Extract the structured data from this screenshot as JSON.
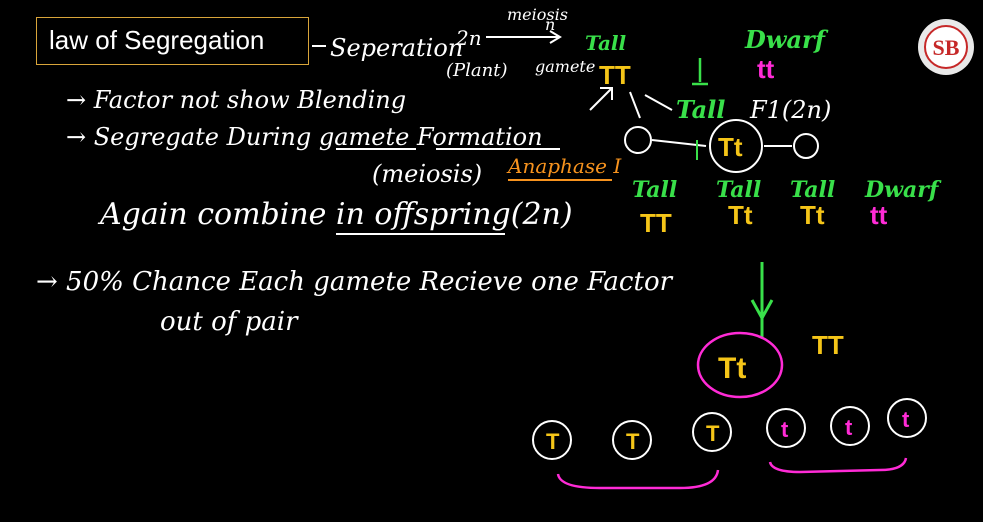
{
  "title": "law of Segregation",
  "definition": "Seperation",
  "ploidy_2n": "2n",
  "plant_label": "(Plant)",
  "meiosis_label": "meiosis",
  "ploidy_n": "n",
  "gamete_label": "gamete",
  "parent_tall": {
    "label": "Tall",
    "alleles": "TT"
  },
  "parent_dwarf": {
    "label": "Dwarf",
    "alleles": "tt"
  },
  "f1": {
    "label": "Tall",
    "generation": "F1(2n)",
    "alleles": "Tt"
  },
  "points": [
    "→ Factor not show Blending",
    "→ Segregate During gamete Formation",
    "(meiosis)",
    "Anaphase I",
    "Again combine in offspring(2n)",
    "→  50% Chance Each gamete Recieve one Factor",
    "out of pair"
  ],
  "f2": [
    {
      "label": "Tall",
      "alleles": "TT"
    },
    {
      "label": "Tall",
      "alleles": "Tt"
    },
    {
      "label": "Tall",
      "alleles": "Tt"
    },
    {
      "label": "Dwarf",
      "alleles": "tt"
    }
  ],
  "cross_pair": "Tt",
  "cross_pair_side": "TT",
  "gametes": [
    "T",
    "T",
    "T",
    "t",
    "t",
    "t"
  ],
  "logo_text": "SB",
  "colors": {
    "ink": "#ffffff",
    "tall_green": "#39e04a",
    "dominant_yellow": "#f5c518",
    "recessive_magenta": "#ff2bd6",
    "anaphase_orange": "#f7931e",
    "box_border": "#d9a53a"
  }
}
